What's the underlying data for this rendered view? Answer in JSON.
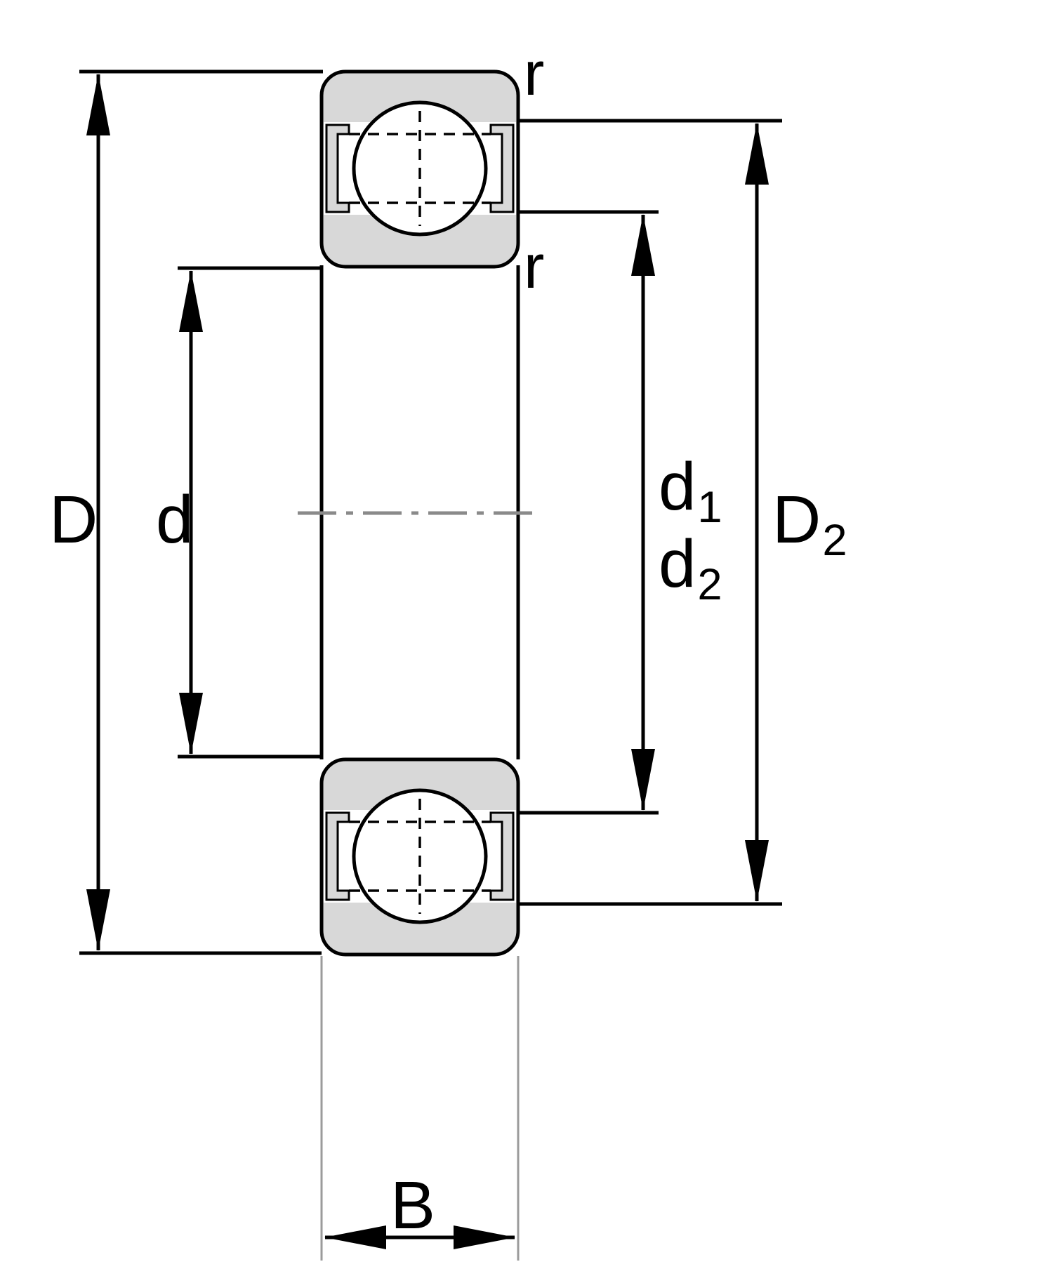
{
  "diagram": {
    "labels": {
      "D": {
        "base": "D"
      },
      "d": {
        "base": "d"
      },
      "d1": {
        "base": "d",
        "sub": "1"
      },
      "d2": {
        "base": "d",
        "sub": "2"
      },
      "D2": {
        "base": "D",
        "sub": "2"
      },
      "B": {
        "base": "B"
      },
      "r_outer": "r",
      "r_inner": "r"
    },
    "colors": {
      "background": "#ffffff",
      "ring_fill": "#d8d8d8",
      "outline": "#000000",
      "centerline_gray": "#8a8a8a",
      "extension_gray": "#9b9b9b"
    }
  }
}
